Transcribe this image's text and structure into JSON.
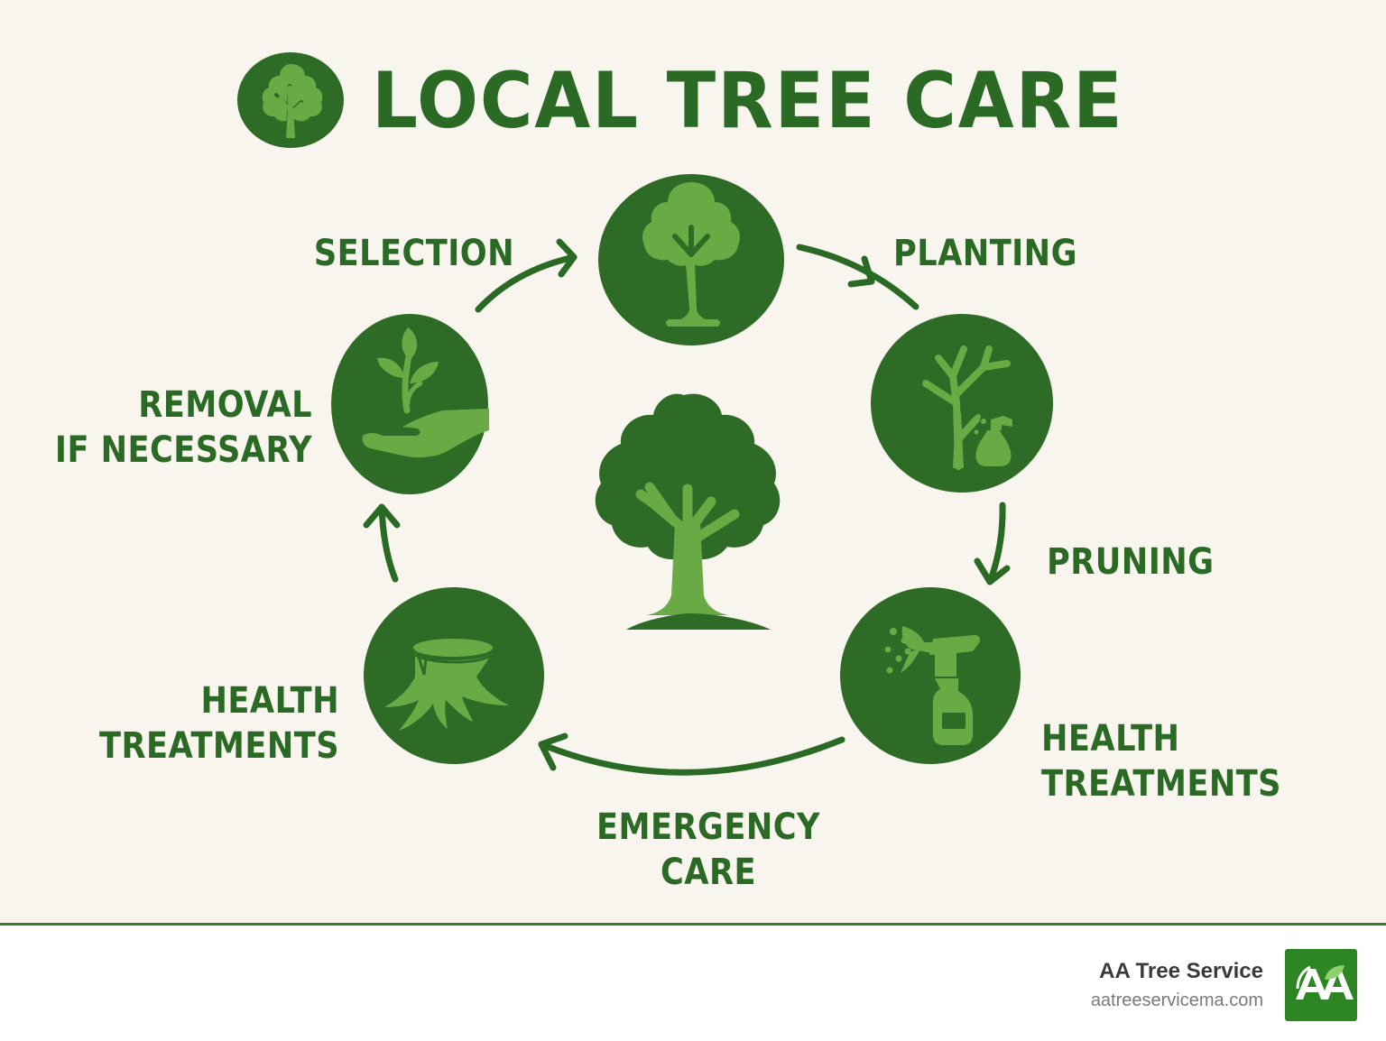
{
  "header": {
    "title": "LOCAL TREE CARE",
    "badge_icon": "tree-icon"
  },
  "diagram": {
    "type": "cycle",
    "center_icon": "large-tree-icon",
    "steps": [
      {
        "id": "top",
        "icon": "tree-icon",
        "label_lines": [
          "SELECTION"
        ],
        "arrow_out_label_lines": [
          "PLANTING"
        ]
      },
      {
        "id": "upper-right",
        "icon": "bare-tree-spray-icon",
        "label_lines": [
          "PRUNING"
        ]
      },
      {
        "id": "lower-right",
        "icon": "spray-bottle-icon",
        "label_lines": [
          "HEALTH",
          "TREATMENTS"
        ]
      },
      {
        "id": "lower-left",
        "icon": "stump-icon",
        "label_lines": [
          "HEALTH",
          "TREATMENTS"
        ]
      },
      {
        "id": "upper-left",
        "icon": "seedling-hand-icon",
        "label_lines": [
          "REMOVAL",
          "IF NECESSARY"
        ]
      }
    ],
    "labels": {
      "selection": "SELECTION",
      "planting": "PLANTING",
      "pruning": "PRUNING",
      "health_right": [
        "HEALTH",
        "TREATMENTS"
      ],
      "emergency": [
        "EMERGENCY",
        "CARE"
      ],
      "health_left": [
        "HEALTH",
        "TREATMENTS"
      ],
      "removal": [
        "REMOVAL",
        "IF NECESSARY"
      ]
    }
  },
  "colors": {
    "background": "#f8f5ef",
    "dark_green": "#2b6a24",
    "circle_green": "#2e6b26",
    "light_green": "#6aaa45",
    "accent_bar": "#2f7d24",
    "footer_bg": "#ffffff"
  },
  "footer": {
    "brand_name": "AA Tree Service",
    "brand_url": "aatreeservicema.com",
    "logo_text": "AA",
    "logo_icon": "aa-leaf-logo"
  }
}
